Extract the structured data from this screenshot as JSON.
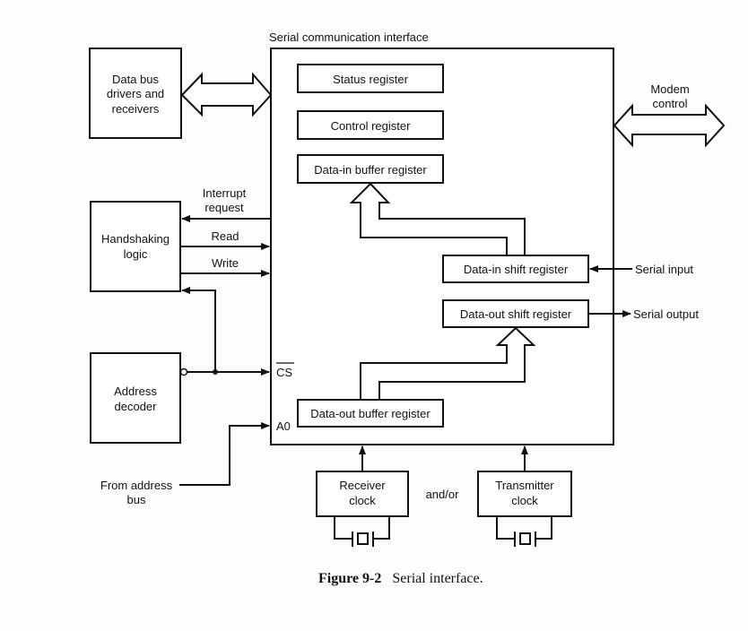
{
  "diagram": {
    "sci_title": "Serial communication interface",
    "blocks": {
      "data_bus": [
        "Data bus",
        "drivers and",
        "receivers"
      ],
      "handshaking": [
        "Handshaking",
        "logic"
      ],
      "address_decoder": [
        "Address",
        "decoder"
      ],
      "status_register": "Status register",
      "control_register": "Control register",
      "data_in_buffer": "Data-in buffer register",
      "data_in_shift": "Data-in shift register",
      "data_out_shift": "Data-out shift register",
      "data_out_buffer": "Data-out buffer register",
      "receiver_clock": [
        "Receiver",
        "clock"
      ],
      "transmitter_clock": [
        "Transmitter",
        "clock"
      ]
    },
    "signals": {
      "interrupt_request": [
        "Interrupt",
        "request"
      ],
      "read": "Read",
      "write": "Write",
      "cs": "CS",
      "a0": "A0",
      "from_address_bus": [
        "From address",
        "bus"
      ],
      "serial_input": "Serial input",
      "serial_output": "Serial output",
      "modem_control": [
        "Modem",
        "control"
      ],
      "and_or": "and/or"
    }
  },
  "caption": {
    "number": "Figure 9-2",
    "text": "Serial interface."
  }
}
